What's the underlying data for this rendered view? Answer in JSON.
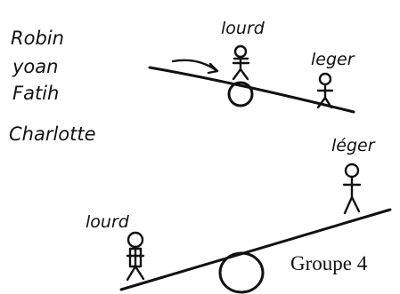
{
  "names": [
    "Robin",
    "yoan",
    "Fatih",
    "Charlotte"
  ],
  "top_seesaw": {
    "heavy_label": "lourd",
    "light_label": "leger"
  },
  "bottom_seesaw": {
    "heavy_label": "lourd",
    "light_label": "léger"
  },
  "caption": "Groupe 4",
  "colors": {
    "ink": "#111111",
    "background": "#ffffff"
  }
}
